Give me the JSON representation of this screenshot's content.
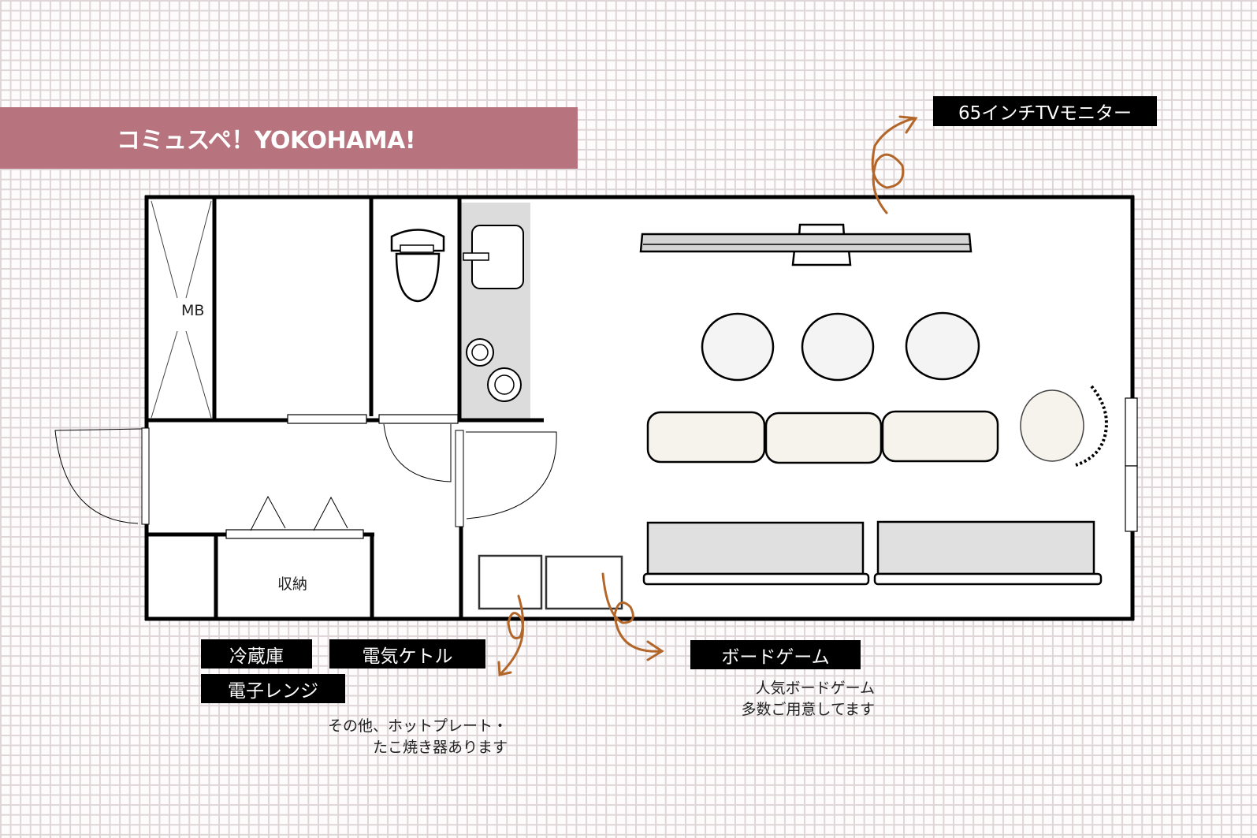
{
  "title": "コミュスペ！YOKOHAMA!",
  "colors": {
    "banner": "#b8747e",
    "label_bg": "#000000",
    "label_text": "#ffffff",
    "arrow": "#b3662a",
    "wall": "#000000",
    "grid_line": "#ddd5d6",
    "kitchen_counter": "#dcdcdc",
    "sofa_fill": "#f6f2ec",
    "desk_fill": "#e0e0e0"
  },
  "labels": {
    "tv_monitor": "65インチTVモニター",
    "refrigerator": "冷蔵庫",
    "electric_kettle": "電気ケトル",
    "microwave": "電子レンジ",
    "board_game": "ボードゲーム"
  },
  "notes": {
    "kitchen_extras": "その他、ホットプレート・\nたこ焼き器あります",
    "board_game_desc": "人気ボードゲーム\n多数ご用意してます"
  },
  "floor_plan": {
    "rooms": {
      "meter_box": "MB",
      "storage": "収納"
    },
    "furniture": {
      "tv": "tv-stand",
      "stools": 3,
      "sofa_cushions": 3,
      "desks": 2,
      "armchair": 1,
      "boxes": 2
    }
  }
}
